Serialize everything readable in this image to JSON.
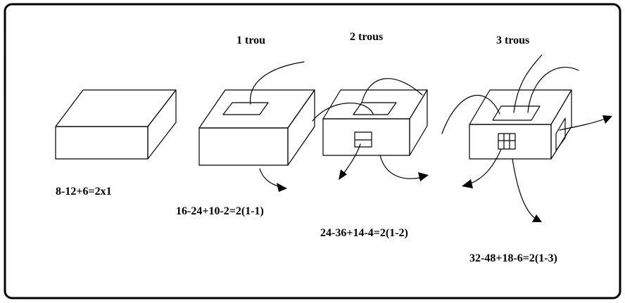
{
  "labels": {
    "hole_1": "1 trou",
    "hole_2": "2 trous",
    "hole_3": "3 trous"
  },
  "formulas": {
    "block_0": "8-12+6=2x1",
    "block_1": "16-24+10-2=2(1-1)",
    "block_2": "24-36+14-4=2(1-2)",
    "block_3": "32-48+18-6=2(1-3)"
  },
  "colors": {
    "line": "#000000",
    "background": "#ffffff"
  }
}
